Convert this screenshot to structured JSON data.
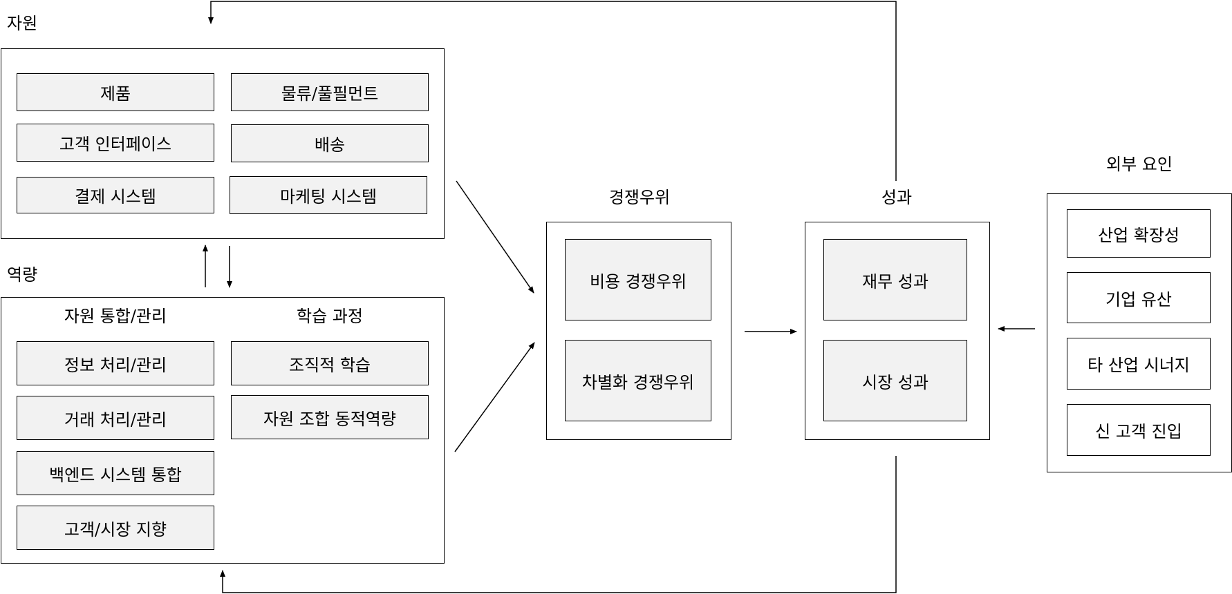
{
  "resources": {
    "title": "자원",
    "items": [
      "제품",
      "물류/풀필먼트",
      "고객 인터페이스",
      "배송",
      "결제 시스템",
      "마케팅 시스템"
    ]
  },
  "capabilities": {
    "title": "역량",
    "integration_heading": "자원 통합/관리",
    "learning_heading": "학습 과정",
    "integration_items": [
      "정보 처리/관리",
      "거래 처리/관리",
      "백엔드 시스템 통합",
      "고객/시장 지향"
    ],
    "learning_items": [
      "조직적 학습",
      "자원 조합 동적역량"
    ]
  },
  "advantage": {
    "title": "경쟁우위",
    "items": [
      "비용 경쟁우위",
      "차별화 경쟁우위"
    ]
  },
  "performance": {
    "title": "성과",
    "items": [
      "재무 성과",
      "시장 성과"
    ]
  },
  "external": {
    "title": "외부 요인",
    "items": [
      "산업 확장성",
      "기업 유산",
      "타 산업 시너지",
      "신 고객 진입"
    ]
  }
}
